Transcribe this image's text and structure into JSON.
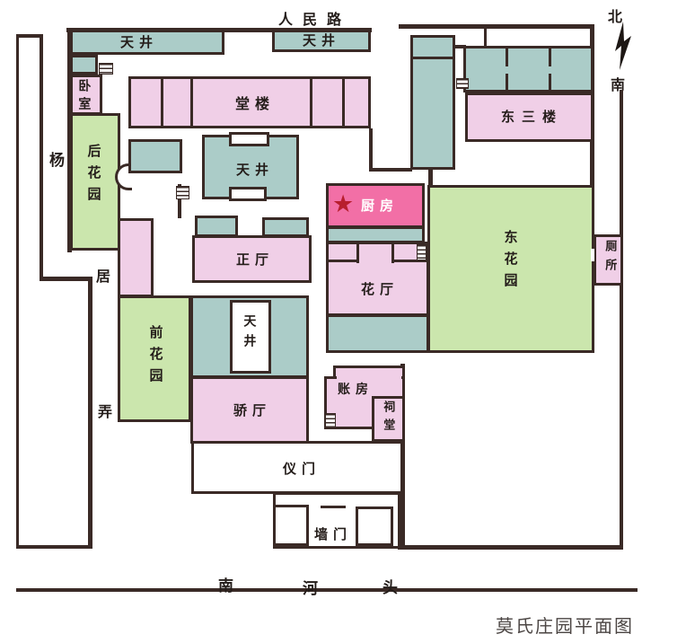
{
  "plan": {
    "caption": "莫氏庄园平面图",
    "streets": {
      "north_road": "人民路",
      "south_river": [
        "南",
        "河",
        "头"
      ],
      "west_lane": [
        "杨",
        "居",
        "弄"
      ]
    },
    "compass": {
      "north": "北",
      "south": "南"
    },
    "rooms": {
      "tianjing_nw": "天井",
      "tianjing_ne": "天井",
      "woshi": "卧室",
      "hou_huayuan": "后花园",
      "tanglou": "堂楼",
      "dong_sanlou": "东三楼",
      "tianjing_mid": "天井",
      "chufang": "厨房",
      "dong_huayuan": "东花园",
      "cesuo": "厕所",
      "zhengting": "正厅",
      "huating": "花厅",
      "qian_huayuan": "前花园",
      "tianjing_s": "天井",
      "jiaoting": "骄厅",
      "zhangfang": "账房",
      "citang": "祠堂",
      "yimen": "仪门",
      "qiangmen": "墙门"
    },
    "marker": {
      "star": "★"
    },
    "colors": {
      "courtyard_teal": "#abccc8",
      "building_pink": "#f0cfe7",
      "garden_green": "#cbe6ad",
      "highlight_magenta": "#f26fa6",
      "wall": "#3a2a26",
      "star_red": "#b81e2e"
    }
  }
}
